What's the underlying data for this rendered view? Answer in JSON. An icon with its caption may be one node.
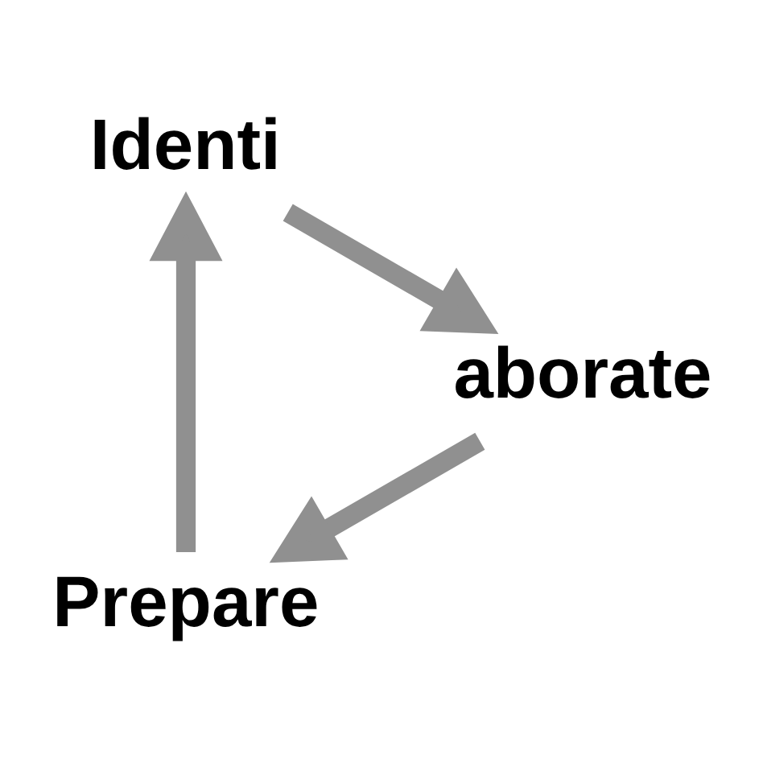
{
  "diagram": {
    "nodes": [
      {
        "text": [
          "Prepare"
        ]
      },
      {
        "text": [
          "Identi"
        ]
      },
      {
        "text": [
          "aborate"
        ]
      }
    ],
    "edges": [
      {
        "from": 0,
        "to": 1,
        "arrow": "to"
      },
      {
        "from": 1,
        "to": 2,
        "arrow": "to"
      },
      {
        "from": 2,
        "to": 0,
        "arrow": "to"
      }
    ]
  }
}
